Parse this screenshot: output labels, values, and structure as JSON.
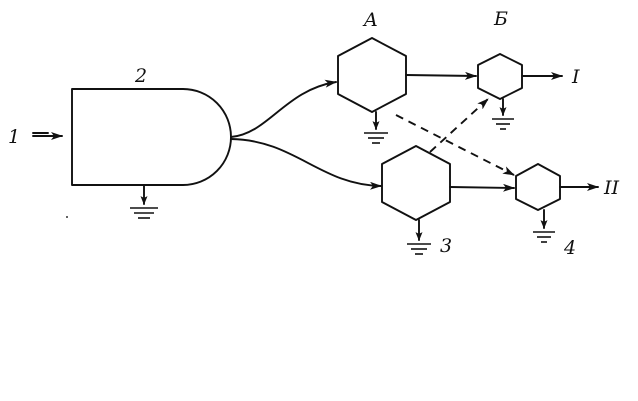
{
  "labels": {
    "input": "1",
    "separator": "2",
    "stage_a": "A",
    "stage_b": "Б",
    "unit_3": "3",
    "unit_4": "4",
    "output_1": "I",
    "output_2": "II"
  },
  "colors": {
    "ink": "#111111",
    "background": "#ffffff"
  }
}
